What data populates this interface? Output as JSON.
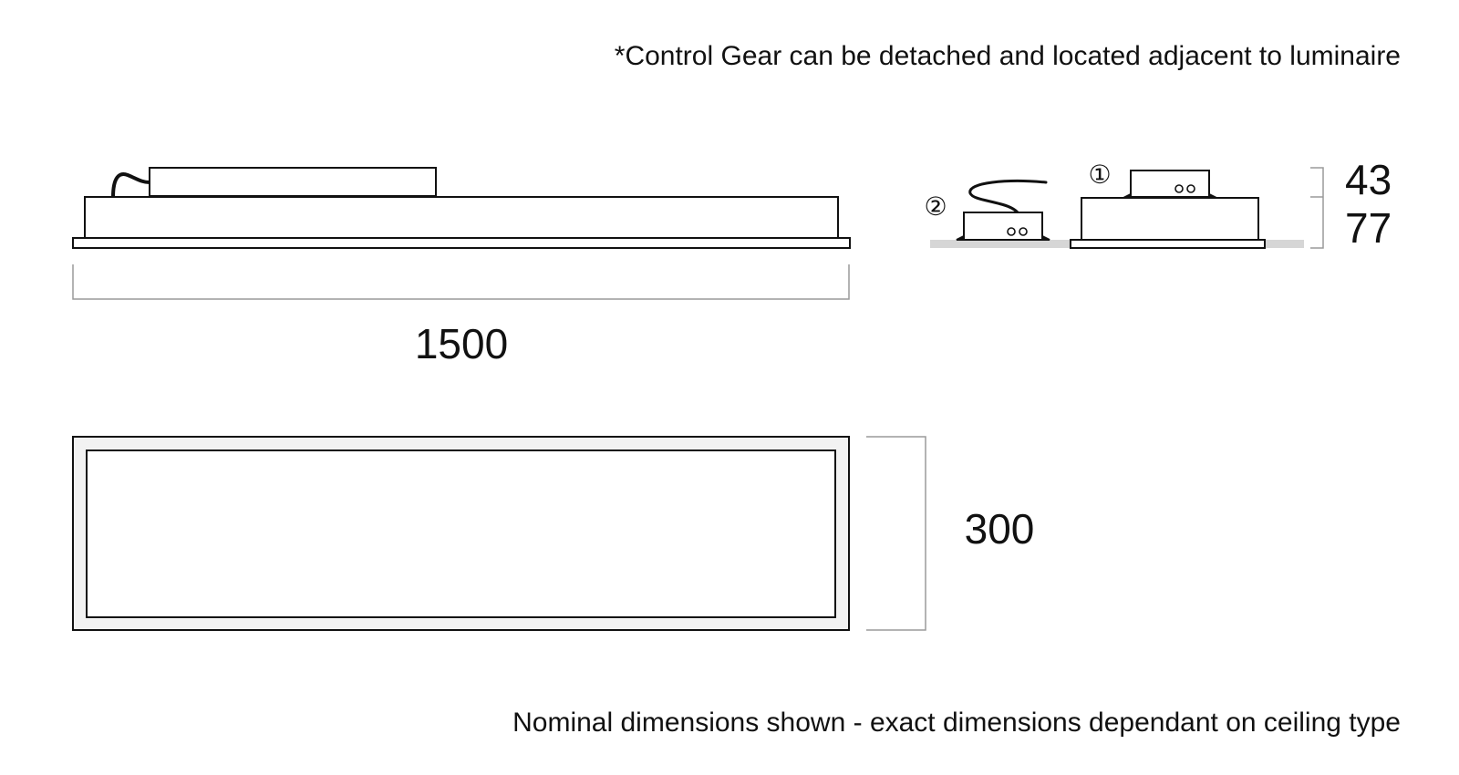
{
  "notes": {
    "top": "*Control Gear can be detached and located adjacent to luminaire",
    "bottom": "Nominal dimensions shown - exact dimensions dependant on ceiling type"
  },
  "dimensions": {
    "length": "1500",
    "width": "300",
    "gear_height": "43",
    "body_height": "77"
  },
  "callouts": {
    "attached": "①",
    "detached": "②"
  },
  "colors": {
    "line": "#111111",
    "dimension_line": "#9a9a9a",
    "ceiling": "#d6d6d6"
  }
}
